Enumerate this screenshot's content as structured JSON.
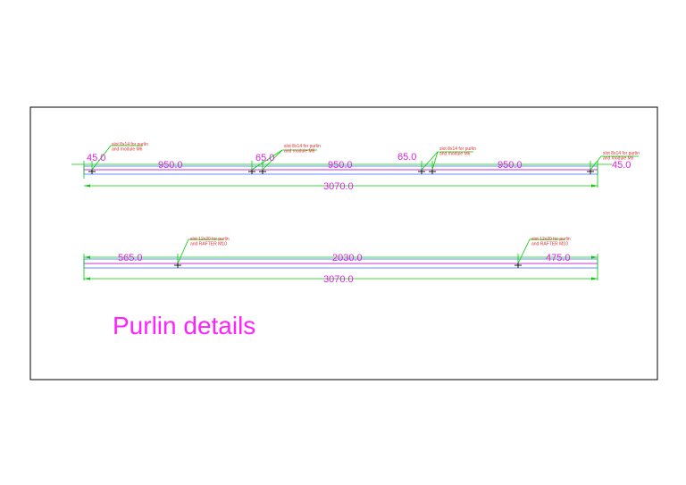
{
  "title": "Purlin details",
  "purlin1": {
    "dims_top": [
      "45.0",
      "950.0",
      "65.0",
      "950.0",
      "65.0",
      "950.0",
      "45.0"
    ],
    "overall": "3070.0",
    "notes": [
      [
        "slot 8x14 for purlin",
        "and module M6"
      ],
      [
        "slot 8x14 for purlin",
        "and module M6"
      ],
      [
        "slot 8x14 for purlin",
        "and module M6"
      ],
      [
        "slot 8x14 for purlin",
        "and module M6"
      ]
    ]
  },
  "purlin2": {
    "dims_top": [
      "565.0",
      "2030.0",
      "475.0"
    ],
    "overall": "3070.0",
    "notes": [
      [
        "slot 12x20 for purlin",
        "and RAFTER M10"
      ],
      [
        "slot 12x20 for purlin",
        "and RAFTER M10"
      ]
    ]
  },
  "colors": {
    "frame": "#000000",
    "dimension_line": "#00cc00",
    "dimension_text": "#dd22dd",
    "purlin_edge": "#cc33cc",
    "purlin_outline": "#3366ff",
    "note_text": "#e03030",
    "title_text": "#ff22ff"
  }
}
